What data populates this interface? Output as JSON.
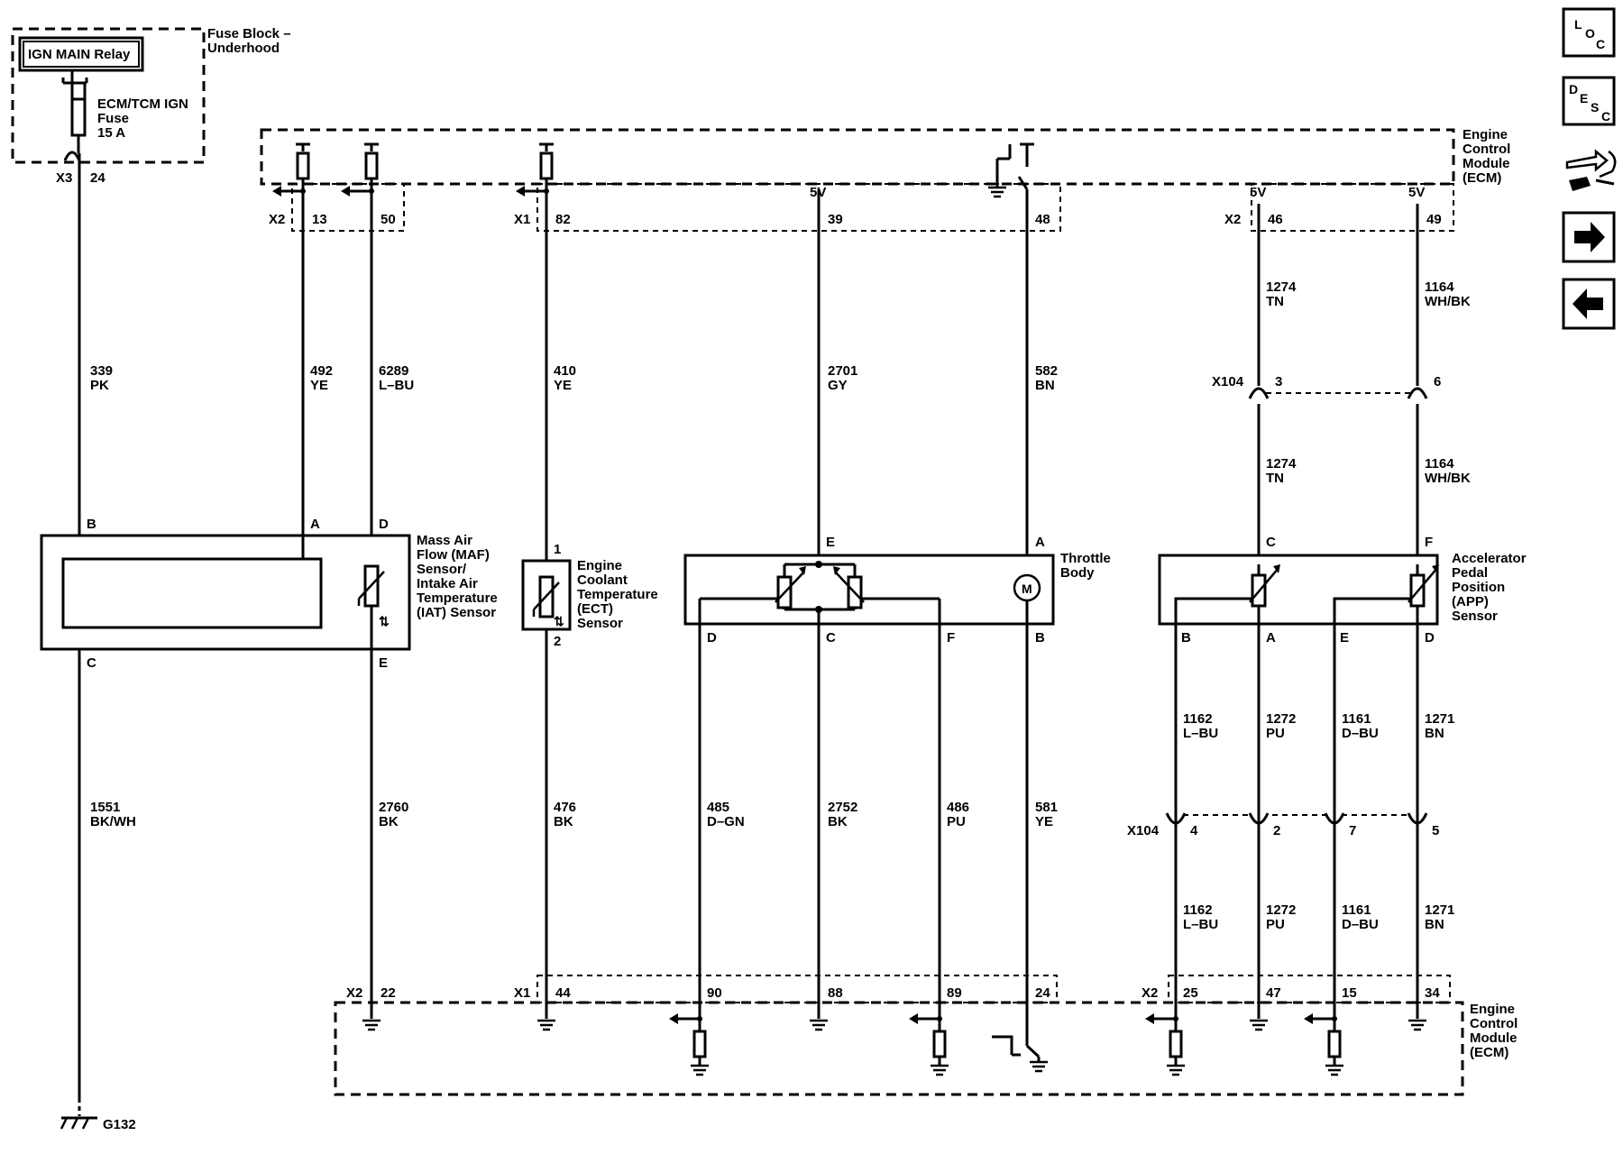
{
  "fuse_block": {
    "title": "Fuse Block –",
    "title2": "Underhood",
    "relay": "IGN MAIN Relay",
    "fuse_l1": "ECM/TCM IGN",
    "fuse_l2": "Fuse",
    "fuse_l3": "15 A",
    "conn": "X3",
    "pin": "24"
  },
  "ecm": {
    "l1": "Engine",
    "l2": "Control",
    "l3": "Module",
    "l4": "(ECM)"
  },
  "ecm_top": {
    "x2a": "X2",
    "p13": "13",
    "p50": "50",
    "x1": "X1",
    "p82": "82",
    "p39": "39",
    "p48": "48",
    "x2b": "X2",
    "p46": "46",
    "p49": "49",
    "v5a": "5V",
    "v5b": "5V",
    "v5c": "5V"
  },
  "ecm_bottom": {
    "x2a": "X2",
    "p22": "22",
    "x1": "X1",
    "p44": "44",
    "p90": "90",
    "p88": "88",
    "p89": "89",
    "p24": "24",
    "x2b": "X2",
    "p25": "25",
    "p47": "47",
    "p15": "15",
    "p34": "34"
  },
  "wires_upper": {
    "w339": [
      "339",
      "PK"
    ],
    "w492": [
      "492",
      "YE"
    ],
    "w6289": [
      "6289",
      "L–BU"
    ],
    "w410": [
      "410",
      "YE"
    ],
    "w2701": [
      "2701",
      "GY"
    ],
    "w582": [
      "582",
      "BN"
    ],
    "w1274a": [
      "1274",
      "TN"
    ],
    "w1164a": [
      "1164",
      "WH/BK"
    ],
    "w1274b": [
      "1274",
      "TN"
    ],
    "w1164b": [
      "1164",
      "WH/BK"
    ]
  },
  "wires_lower": {
    "w1551": [
      "1551",
      "BK/WH"
    ],
    "w2760": [
      "2760",
      "BK"
    ],
    "w476": [
      "476",
      "BK"
    ],
    "w485": [
      "485",
      "D–GN"
    ],
    "w2752": [
      "2752",
      "BK"
    ],
    "w486": [
      "486",
      "PU"
    ],
    "w581": [
      "581",
      "YE"
    ],
    "w1162a": [
      "1162",
      "L–BU"
    ],
    "w1272a": [
      "1272",
      "PU"
    ],
    "w1161a": [
      "1161",
      "D–BU"
    ],
    "w1271a": [
      "1271",
      "BN"
    ],
    "w1162b": [
      "1162",
      "L–BU"
    ],
    "w1272b": [
      "1272",
      "PU"
    ],
    "w1161b": [
      "1161",
      "D–BU"
    ],
    "w1271b": [
      "1271",
      "BN"
    ]
  },
  "x104_upper": {
    "name": "X104",
    "p3": "3",
    "p6": "6"
  },
  "x104_lower": {
    "name": "X104",
    "p4": "4",
    "p2": "2",
    "p7": "7",
    "p5": "5"
  },
  "maf": {
    "l1": "Mass Air",
    "l2": "Flow (MAF)",
    "l3": "Sensor/",
    "l4": "Intake Air",
    "l5": "Temperature",
    "l6": "(IAT) Sensor",
    "pB": "B",
    "pA": "A",
    "pD": "D",
    "pC": "C",
    "pE": "E"
  },
  "ect": {
    "l1": "Engine",
    "l2": "Coolant",
    "l3": "Temperature",
    "l4": "(ECT)",
    "l5": "Sensor",
    "p1": "1",
    "p2": "2"
  },
  "throttle": {
    "l1": "Throttle",
    "l2": "Body",
    "pE": "E",
    "pA": "A",
    "pD": "D",
    "pC": "C",
    "pF": "F",
    "pB": "B",
    "motor": "M"
  },
  "app": {
    "l1": "Accelerator",
    "l2": "Pedal",
    "l3": "Position",
    "l4": "(APP)",
    "l5": "Sensor",
    "pC": "C",
    "pF": "F",
    "pB": "B",
    "pA": "A",
    "pE": "E",
    "pD": "D"
  },
  "ground": {
    "name": "G132"
  },
  "nav": {
    "loc": [
      "L",
      "O",
      "C"
    ],
    "desc": [
      "D",
      "E",
      "S",
      "C"
    ],
    "connector_icon": "connector-tool-icon",
    "next_icon": "arrow-right-icon",
    "prev_icon": "arrow-left-icon"
  }
}
